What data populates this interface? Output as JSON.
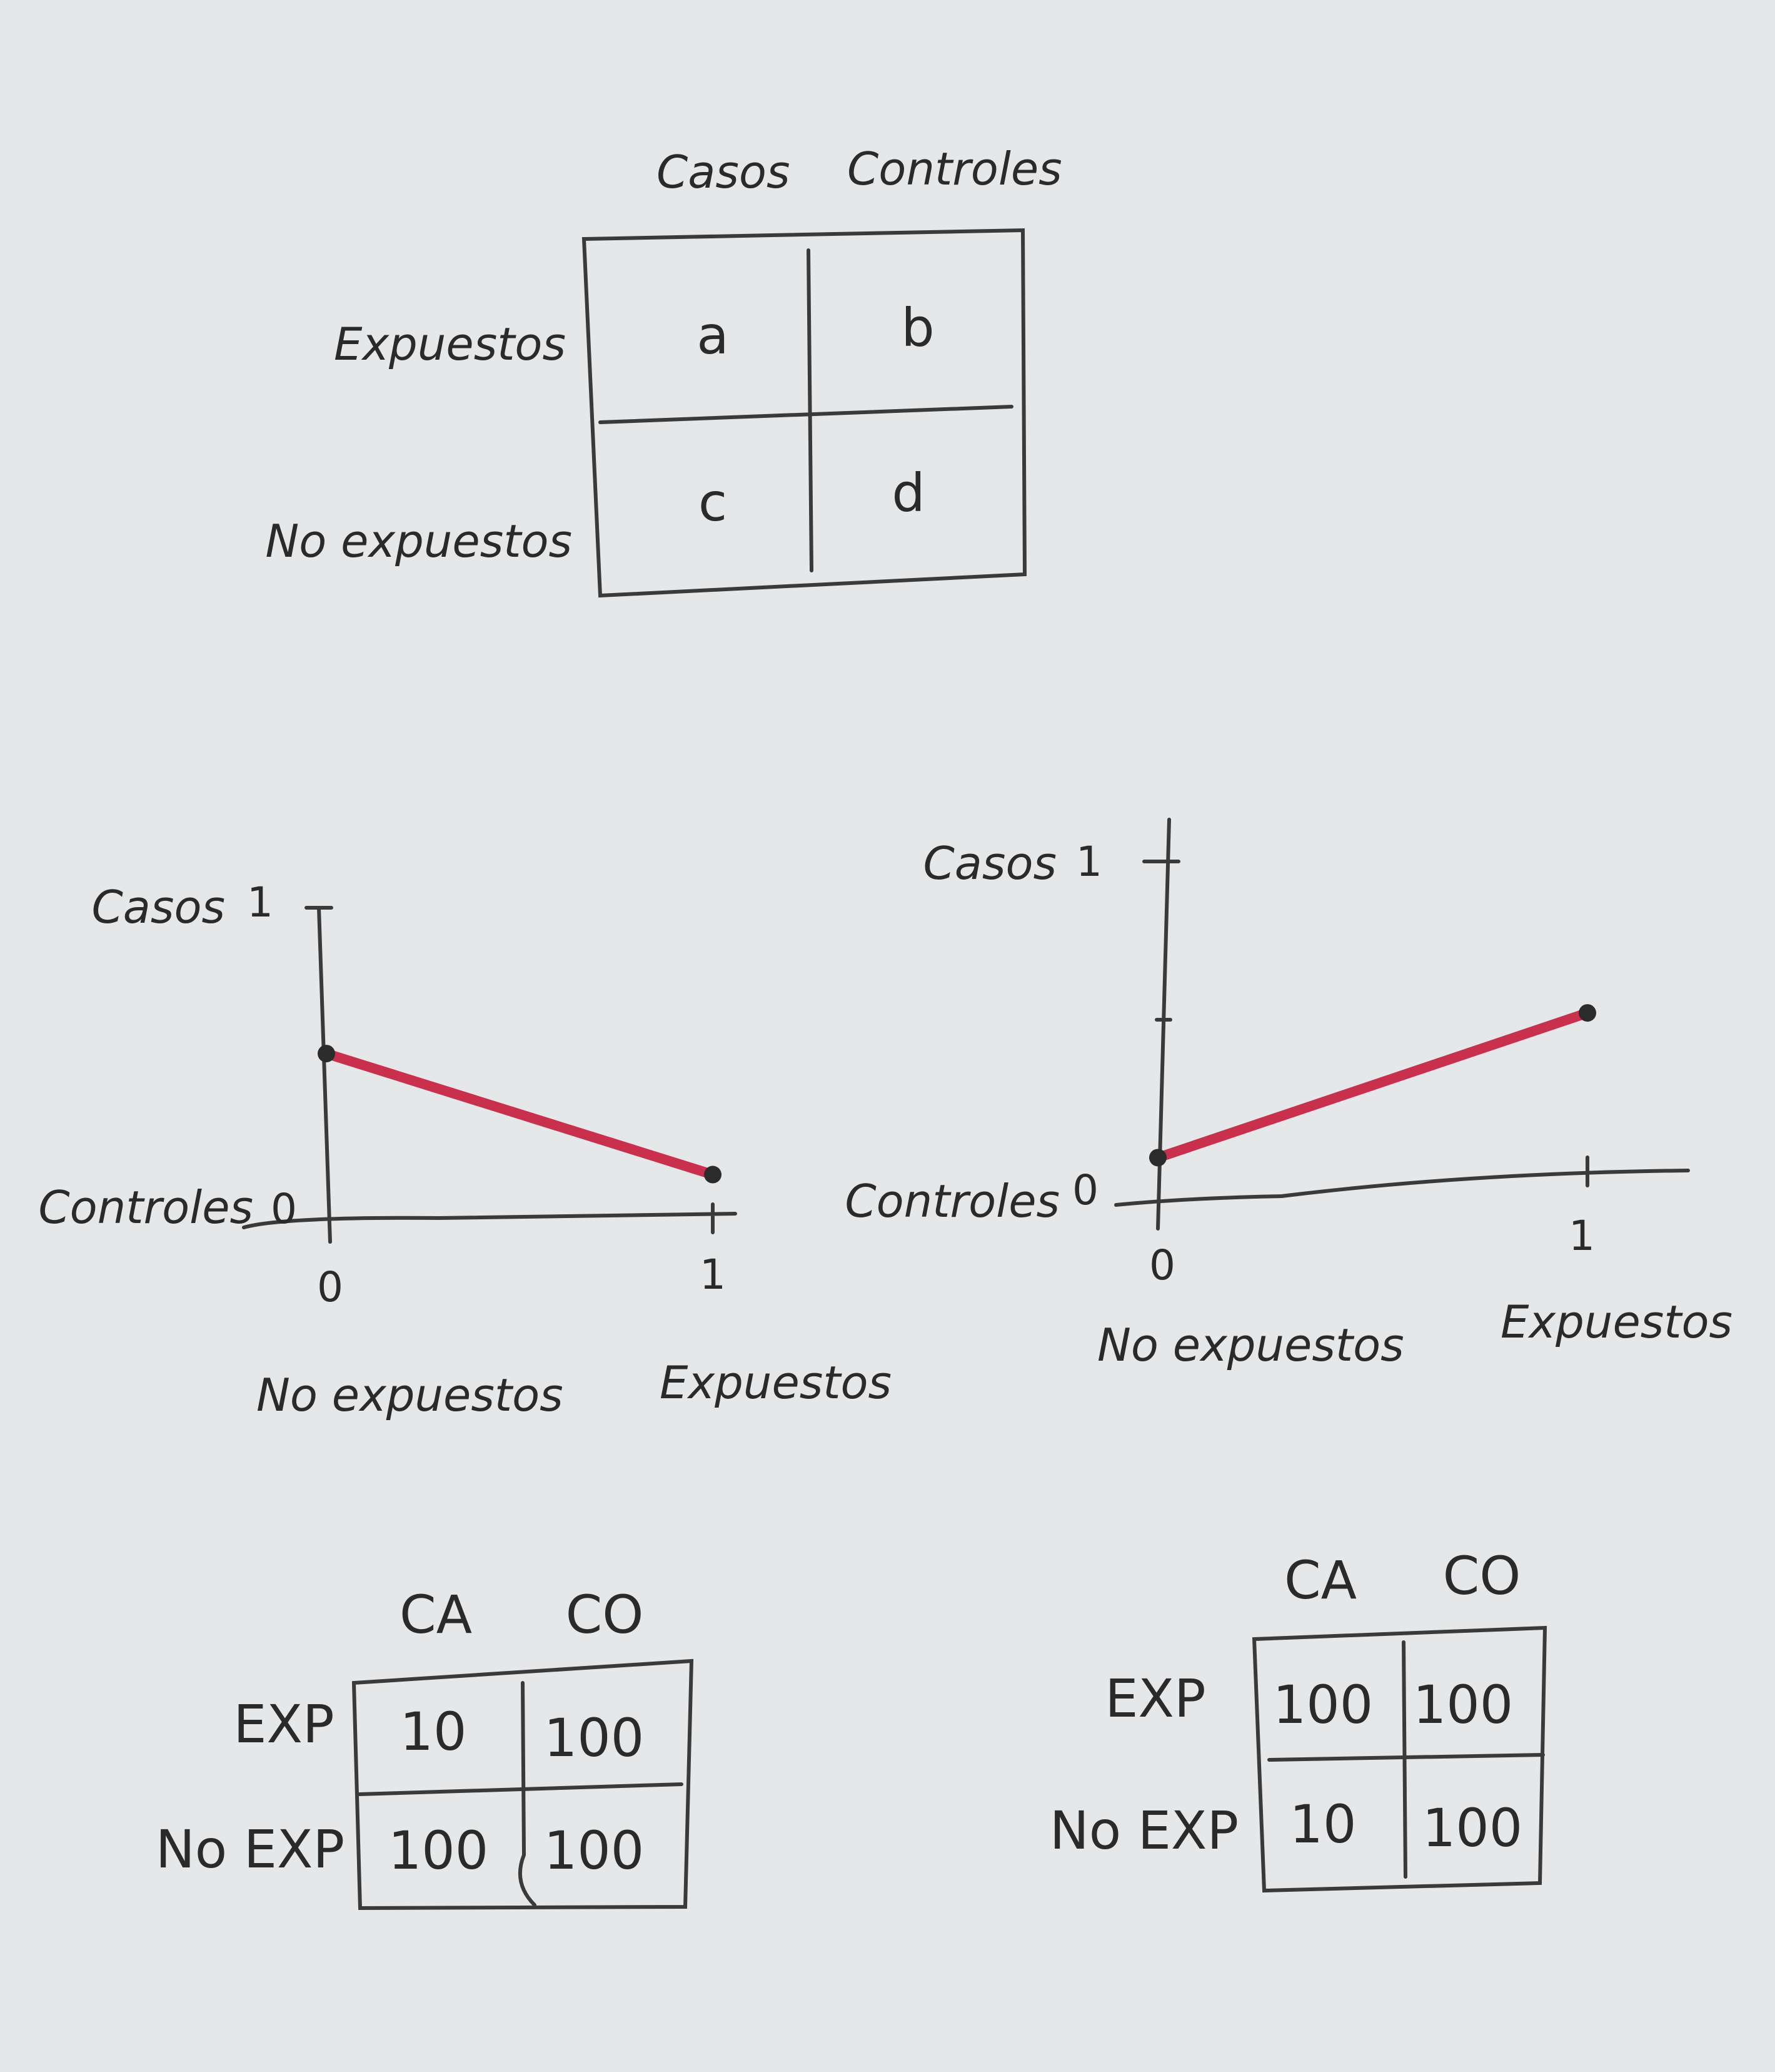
{
  "contingency_table": {
    "columns": [
      "Casos",
      "Controles"
    ],
    "rows": [
      "Expuestos",
      "No expuestos"
    ],
    "cells": [
      [
        "a",
        "b"
      ],
      [
        "c",
        "d"
      ]
    ]
  },
  "chart_data": [
    {
      "type": "line",
      "ylabel_top": "Casos",
      "ylabel_bottom": "Controles",
      "y_ticks": [
        "1",
        "0"
      ],
      "x_ticks": [
        "0",
        "1"
      ],
      "x_categories": [
        "No expuestos",
        "Expuestos"
      ],
      "x": [
        0,
        1
      ],
      "y": [
        0.53,
        0.14
      ],
      "ylim": [
        0,
        1
      ],
      "line_color": "#c9304e"
    },
    {
      "type": "line",
      "ylabel_top": "Casos",
      "ylabel_bottom": "Controles",
      "y_ticks": [
        "1",
        "0"
      ],
      "x_ticks": [
        "0",
        "1"
      ],
      "x_categories": [
        "No expuestos",
        "Expuestos"
      ],
      "x": [
        0,
        1
      ],
      "y": [
        0.12,
        0.55
      ],
      "ylim": [
        0,
        1
      ],
      "line_color": "#c9304e"
    }
  ],
  "table_left": {
    "columns": [
      "CA",
      "CO"
    ],
    "rows": [
      "EXP",
      "No EXP"
    ],
    "cells": [
      [
        "10",
        "100"
      ],
      [
        "100",
        "100"
      ]
    ]
  },
  "table_right": {
    "columns": [
      "CA",
      "CO"
    ],
    "rows": [
      "EXP",
      "No EXP"
    ],
    "cells": [
      [
        "100",
        "100"
      ],
      [
        "10",
        "100"
      ]
    ]
  }
}
